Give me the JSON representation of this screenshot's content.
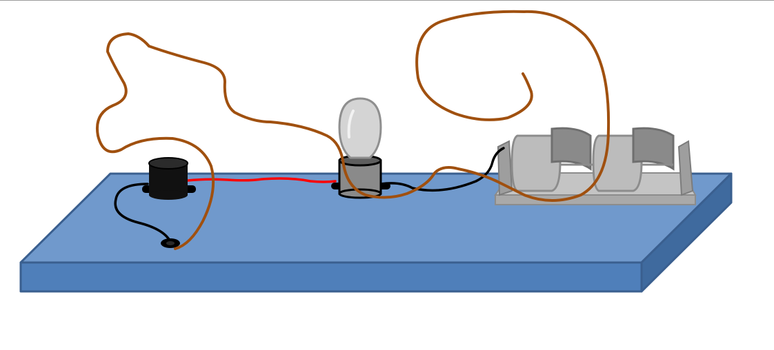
{
  "diagram": {
    "components": [
      {
        "id": "buzzer",
        "icon": "buzzer-icon"
      },
      {
        "id": "bulb",
        "icon": "light-bulb-icon"
      },
      {
        "id": "battery-holder",
        "icon": "battery-holder-icon",
        "cells": 2
      }
    ],
    "wires": [
      {
        "id": "red-wire",
        "from": "buzzer",
        "to": "bulb",
        "color": "#ff0000"
      },
      {
        "id": "black-wire-buzzer",
        "from": "buzzer",
        "to": "buzzer-terminal",
        "color": "#000000"
      },
      {
        "id": "black-wire-bulb",
        "from": "bulb",
        "to": "battery-holder",
        "color": "#000000"
      },
      {
        "id": "brown-wire-left",
        "from": "buzzer-terminal",
        "to": "bulb",
        "color": "#a0500f"
      },
      {
        "id": "brown-wire-right",
        "from": "bulb",
        "to": "battery-holder",
        "color": "#a0500f"
      }
    ],
    "colors": {
      "board_top": "#7099cc",
      "board_front": "#4f7fba",
      "board_side": "#3f6a9e",
      "board_edge": "#3a5f8f",
      "battery_body": "#bdbdbd",
      "battery_edge": "#8c8c8c",
      "bulb_glass": "#d4d4d4",
      "bulb_base": "#8a8a8a"
    }
  }
}
